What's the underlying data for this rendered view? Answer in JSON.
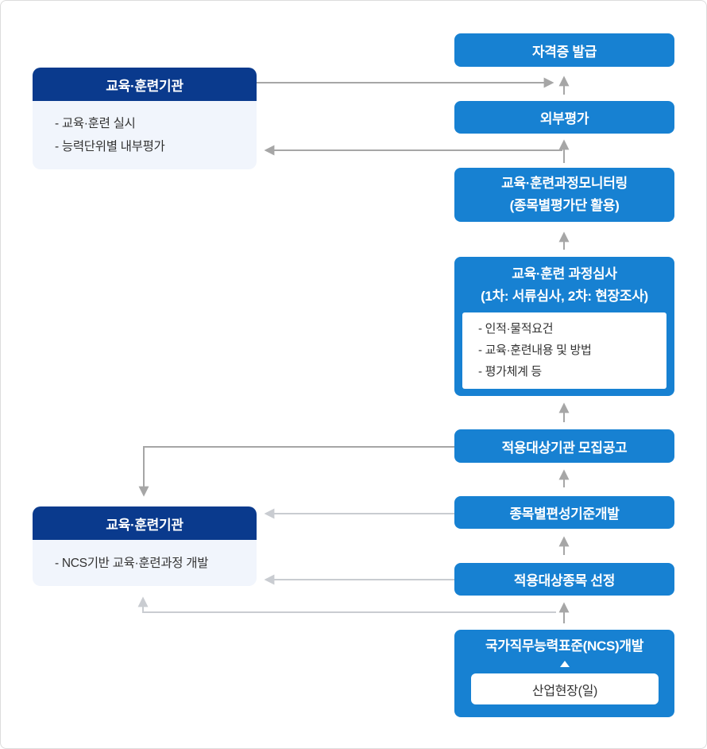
{
  "colors": {
    "blue": "#1781d2",
    "navy": "#0a3a8d",
    "panel": "#f1f5fc",
    "arrow": "#a6a6a6",
    "arrow_light": "#c9ccd1",
    "text_dark": "#333333",
    "white": "#ffffff",
    "page_border": "#dcdcdc"
  },
  "left_top": {
    "title": "교육·훈련기관",
    "items": [
      "- 교육·훈련 실시",
      "- 능력단위별 내부평가"
    ]
  },
  "left_bottom": {
    "title": "교육·훈련기관",
    "items": [
      "- NCS기반 교육·훈련과정 개발"
    ]
  },
  "flow": {
    "cert_issue": {
      "label": "자격증 발급"
    },
    "external_eval": {
      "label": "외부평가"
    },
    "monitoring": {
      "line1": "교육·훈련과정모니터링",
      "line2": "(종목별평가단 활용)"
    },
    "course_review": {
      "line1": "교육·훈련 과정심사",
      "line2": "(1차: 서류심사, 2차: 현장조사)",
      "details": [
        "- 인적·물적요건",
        "- 교육·훈련내용 및 방법",
        "- 평가체계 등"
      ]
    },
    "recruit_notice": {
      "label": "적용대상기관 모집공고"
    },
    "standards_dev": {
      "label": "종목별편성기준개발"
    },
    "subject_select": {
      "label": "적용대상종목 선정"
    },
    "ncs_dev": {
      "title": "국가직무능력표준(NCS)개발",
      "inner": "산업현장(일)"
    }
  }
}
